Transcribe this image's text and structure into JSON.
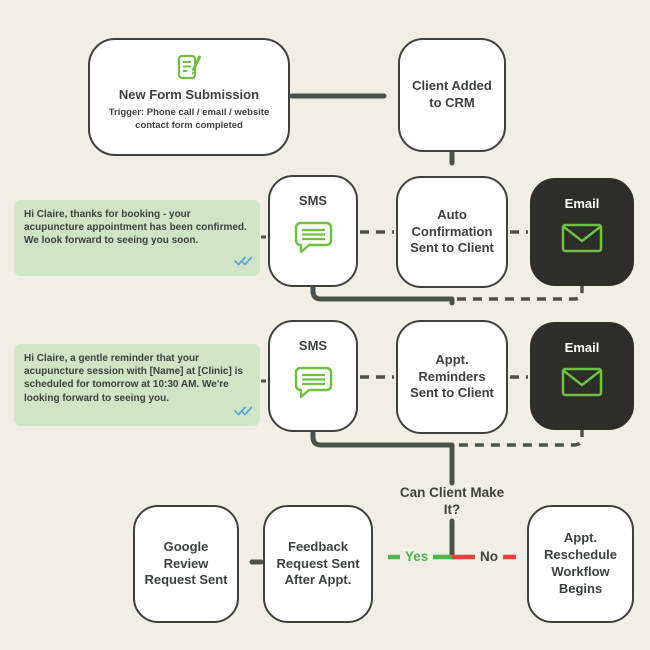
{
  "nodes": {
    "form": {
      "title": "New Form Submission",
      "subtitle": "Trigger: Phone call / email / website contact form completed"
    },
    "crm": "Client Added to CRM",
    "sms_1": "SMS",
    "auto_confirmation": "Auto Confirmation Sent to Client",
    "email_1": "Email",
    "sms_2": "SMS",
    "reminders": "Appt. Reminders Sent to Client",
    "email_2": "Email",
    "decision": "Can Client Make It?",
    "feedback": "Feedback Request Sent After Appt.",
    "google_review": "Google Review Request Sent",
    "reschedule": "Appt. Reschedule Workflow Begins"
  },
  "branches": {
    "yes": "Yes",
    "no": "No"
  },
  "messages": {
    "confirmation": "Hi Claire, thanks for booking - your acupuncture appointment has been confirmed. We look forward to seeing you soon.",
    "reminder": "Hi Claire, a gentle reminder that your acupuncture session with [Name] at [Clinic] is scheduled for tomorrow at 10:30 AM. We're looking forward to seeing you."
  },
  "icons": {
    "form": "form-pencil-icon",
    "sms": "chat-bubble-icon",
    "email": "envelope-icon",
    "read_receipt": "double-check-icon"
  },
  "colors": {
    "background": "#f1eee5",
    "box_fill": "#ffffff",
    "box_border": "#3d423f",
    "dark_box_fill": "#2d2d2a",
    "green": "#70c043",
    "bubble_bg": "#cfe5c5",
    "check_blue": "#5aa8d8",
    "arrow": "#4b514d",
    "yes_green": "#4fb549",
    "no_red": "#e8413a"
  }
}
